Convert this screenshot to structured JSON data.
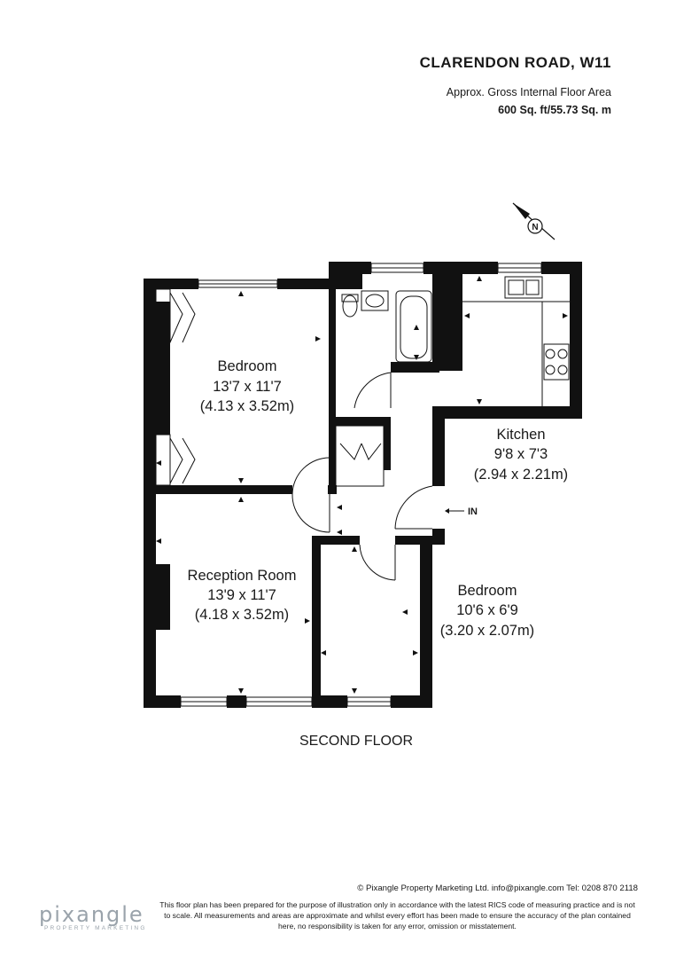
{
  "header": {
    "title": "CLARENDON ROAD, W11",
    "area_label": "Approx. Gross Internal Floor Area",
    "area_value": "600 Sq. ft/55.73 Sq. m"
  },
  "compass": {
    "letter": "N"
  },
  "rooms": {
    "bedroom1": {
      "name": "Bedroom",
      "imperial": "13'7 x 11'7",
      "metric": "(4.13 x 3.52m)"
    },
    "kitchen": {
      "name": "Kitchen",
      "imperial": "9'8 x 7'3",
      "metric": "(2.94 x 2.21m)"
    },
    "reception": {
      "name": "Reception Room",
      "imperial": "13'9 x 11'7",
      "metric": "(4.18 x 3.52m)"
    },
    "bedroom2": {
      "name": "Bedroom",
      "imperial": "10'6 x 6'9",
      "metric": "(3.20 x 2.07m)"
    }
  },
  "entrance_label": "IN",
  "floor_label": "SECOND FLOOR",
  "footer": {
    "copyright": "© Pixangle Property Marketing Ltd. info@pixangle.com Tel: 0208 870 2118",
    "disclaimer": "This floor plan has been prepared for the purpose of illustration only in accordance with the latest RICS code of measuring practice and is not to scale. All measurements and areas are approximate and whilst every effort has been made to ensure the accuracy of the plan contained here, no responsibility is taken for any error, omission or misstatement.",
    "logo": "pixangle",
    "logo_sub": "PROPERTY MARKETING"
  },
  "colors": {
    "wall": "#111111",
    "text": "#1a1a1a",
    "logo": "#9aa3ab"
  }
}
